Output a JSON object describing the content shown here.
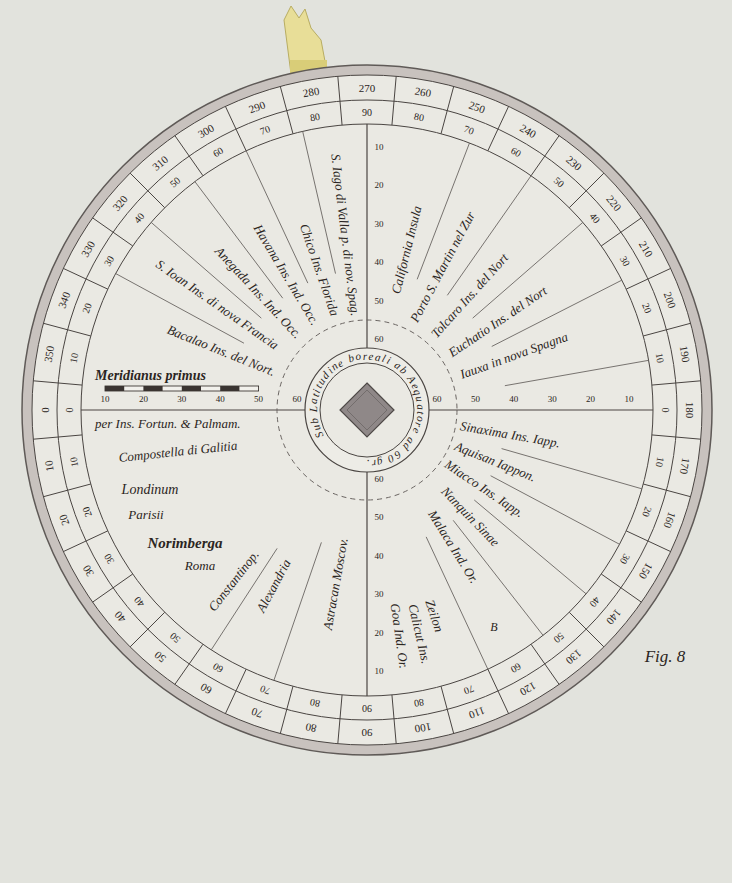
{
  "diagram": {
    "caption": "Fig. 8",
    "labels": [
      "Meridianus primus",
      "per Ins. Fortun. & Palmam.",
      "Compostella di Galitia",
      "Londinum",
      "Parisii",
      "Norimberga",
      "Roma",
      "Constantinop.",
      "Alexandria",
      "Astracan Moscov.",
      "Goa Ind. Or.",
      "Calicut Ins.",
      "Zeilon",
      "B",
      "Malaca Ind. Or.",
      "Nanquin Sinae",
      "Miacco Ins. Iapp.",
      "Aquisan Iappon.",
      "Sinaxima Ins. Iapp.",
      "Iauxa in nova Spagna",
      "Euchatio Ins. del Nort",
      "Tolcaro Ins. del Nort",
      "Porto S. Martin nel Zur",
      "California Insula",
      "S. Iago di Valla p. di nov. Spag.",
      "Chico Ins. Florida",
      "Havana Ins. Ind. Occ.",
      "Anegada Ins. Ind. Occ.",
      "S. Ioan Ins. di nova Francia",
      "Bacalao Ins. del Nort.",
      "Sub Latitudine boreali ab Aequatore ad 60 gr.",
      "0",
      "10",
      "20",
      "30",
      "40",
      "50",
      "60",
      "70",
      "80",
      "90",
      "100",
      "110",
      "120",
      "130",
      "140",
      "150",
      "160",
      "170",
      "180",
      "190",
      "200",
      "210",
      "220",
      "230",
      "240",
      "250",
      "260",
      "270",
      "280",
      "290",
      "300",
      "310",
      "320",
      "330",
      "340",
      "350",
      "0",
      "10",
      "20",
      "30",
      "40",
      "50",
      "60",
      "70",
      "80",
      "90",
      "80",
      "70",
      "60",
      "50",
      "40",
      "30",
      "20",
      "10",
      "0",
      "10",
      "20",
      "30",
      "40",
      "50",
      "60",
      "70",
      "80",
      "90",
      "80",
      "70",
      "60",
      "50",
      "40",
      "30",
      "20",
      "10",
      "10",
      "20",
      "30",
      "40",
      "50",
      "60",
      "10",
      "20",
      "30",
      "40",
      "50",
      "60",
      "10",
      "20",
      "30",
      "40",
      "50",
      "60",
      "10",
      "20",
      "30",
      "40",
      "50",
      "60"
    ]
  }
}
